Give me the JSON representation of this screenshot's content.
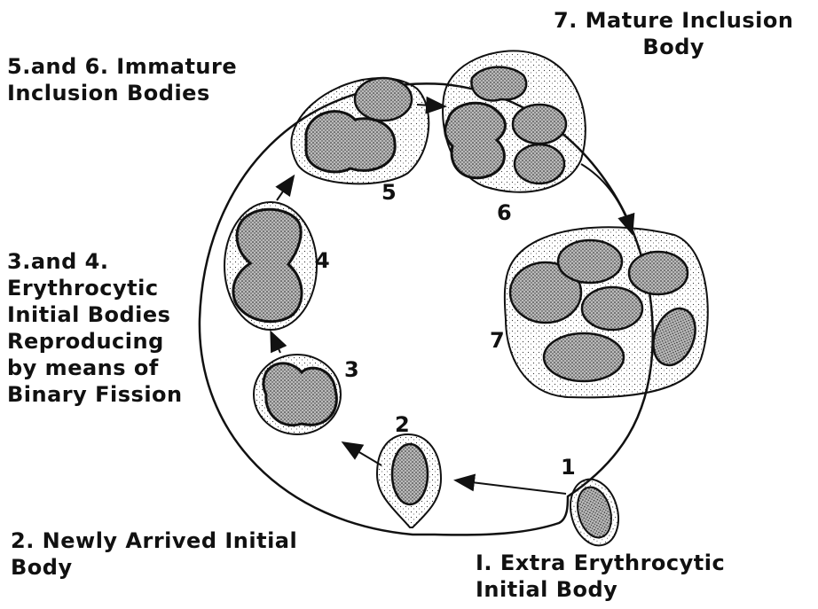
{
  "labels": {
    "mature": "7. Mature Inclusion\nBody",
    "immature": "5.and 6. Immature\nInclusion Bodies",
    "initial_bodies": "3.and 4.\nErythrocytic\nInitial Bodies\nReproducing\nby means of\nBinary Fission",
    "newly_arrived": "2. Newly Arrived Initial\nBody",
    "extra": "I. Extra Erythrocytic\nInitial Body"
  },
  "stage_numbers": {
    "s1": "1",
    "s2": "2",
    "s3": "3",
    "s4": "4",
    "s5": "5",
    "s6": "6",
    "s7": "7"
  }
}
